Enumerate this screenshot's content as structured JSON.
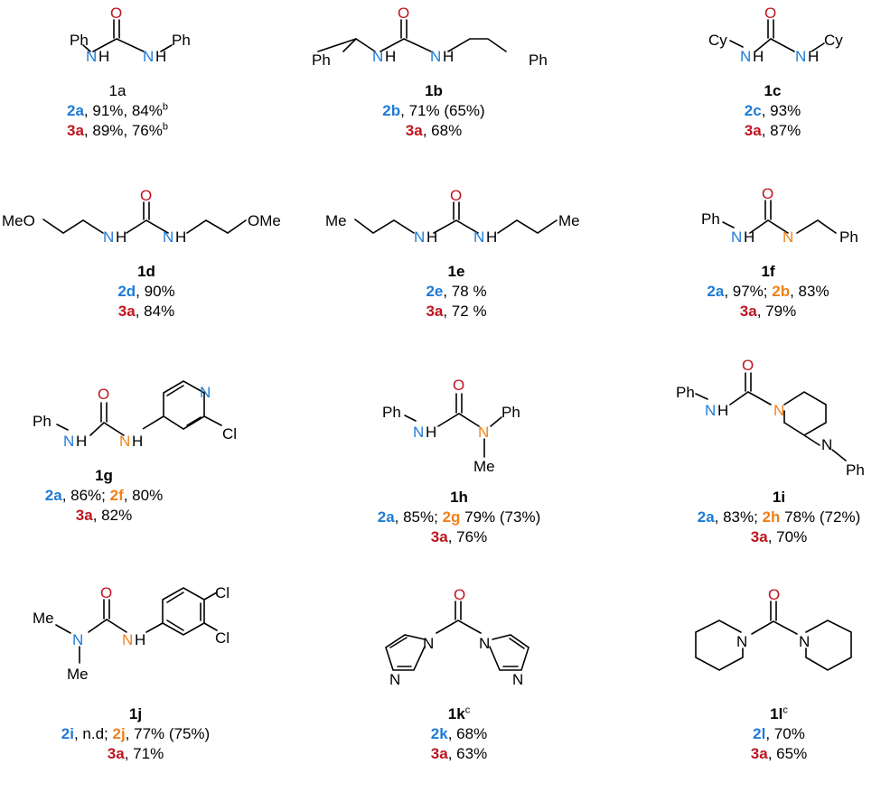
{
  "colors": {
    "nitrogen_blue": "#1e7bd6",
    "nitrogen_orange": "#f08019",
    "oxygen": "#c0141e",
    "text": "#000000"
  },
  "atoms": {
    "O": "O",
    "N": "N",
    "NH": "NH",
    "H": "H",
    "Ph": "Ph",
    "Cy": "Cy",
    "MeO": "MeO",
    "OMe": "OMe",
    "Me": "Me",
    "Cl": "Cl"
  },
  "compounds": [
    {
      "id": "1a",
      "lines": [
        [
          [
            "2a",
            "b"
          ],
          [
            ", 91%, 84%",
            ""
          ],
          [
            "b",
            "sup"
          ]
        ],
        [
          [
            "3a",
            "r"
          ],
          [
            ", 89%, 76%",
            ""
          ],
          [
            "b",
            "sup"
          ]
        ]
      ]
    },
    {
      "id": "1b",
      "lines": [
        [
          [
            "2b",
            "b"
          ],
          [
            ", 71% (65%)",
            ""
          ]
        ],
        [
          [
            "3a",
            "r"
          ],
          [
            ", 68%",
            ""
          ]
        ]
      ]
    },
    {
      "id": "1c",
      "lines": [
        [
          [
            "2c",
            "b"
          ],
          [
            ", 93%",
            ""
          ]
        ],
        [
          [
            "3a",
            "r"
          ],
          [
            ", 87%",
            ""
          ]
        ]
      ]
    },
    {
      "id": "1d",
      "lines": [
        [
          [
            "2d",
            "b"
          ],
          [
            ", 90%",
            ""
          ]
        ],
        [
          [
            "3a",
            "r"
          ],
          [
            ", 84%",
            ""
          ]
        ]
      ]
    },
    {
      "id": "1e",
      "lines": [
        [
          [
            "2e",
            "b"
          ],
          [
            ", 78 %",
            ""
          ]
        ],
        [
          [
            "3a",
            "r"
          ],
          [
            ", 72 %",
            ""
          ]
        ]
      ]
    },
    {
      "id": "1f",
      "lines": [
        [
          [
            "2a",
            "b"
          ],
          [
            ", 97%; ",
            ""
          ],
          [
            "2b",
            "o"
          ],
          [
            ", 83%",
            ""
          ]
        ],
        [
          [
            "3a",
            "r"
          ],
          [
            ", 79%",
            ""
          ]
        ]
      ]
    },
    {
      "id": "1g",
      "lines": [
        [
          [
            "2a",
            "b"
          ],
          [
            ", 86%; ",
            ""
          ],
          [
            "2f",
            "o"
          ],
          [
            ", 80%",
            ""
          ]
        ],
        [
          [
            "3a",
            "r"
          ],
          [
            ", 82%",
            ""
          ]
        ]
      ]
    },
    {
      "id": "1h",
      "lines": [
        [
          [
            "2a",
            "b"
          ],
          [
            ", 85%; ",
            ""
          ],
          [
            "2g",
            "o"
          ],
          [
            " 79% (73%)",
            ""
          ]
        ],
        [
          [
            "3a",
            "r"
          ],
          [
            ", 76%",
            ""
          ]
        ]
      ]
    },
    {
      "id": "1i",
      "lines": [
        [
          [
            "2a",
            "b"
          ],
          [
            ", 83%; ",
            ""
          ],
          [
            "2h",
            "o"
          ],
          [
            " 78% (72%)",
            ""
          ]
        ],
        [
          [
            "3a",
            "r"
          ],
          [
            ", 70%",
            ""
          ]
        ]
      ]
    },
    {
      "id": "1j",
      "lines": [
        [
          [
            "2i",
            "b"
          ],
          [
            ", n.d; ",
            ""
          ],
          [
            "2j",
            "o"
          ],
          [
            ", 77% (75%)",
            ""
          ]
        ],
        [
          [
            "3a",
            "r"
          ],
          [
            ", 71%",
            ""
          ]
        ]
      ]
    },
    {
      "id": "1k",
      "sup": "c",
      "lines": [
        [
          [
            "2k",
            "b"
          ],
          [
            ", 68%",
            ""
          ]
        ],
        [
          [
            "3a",
            "r"
          ],
          [
            ", 63%",
            ""
          ]
        ]
      ]
    },
    {
      "id": "1l",
      "sup": "c",
      "lines": [
        [
          [
            "2l",
            "b"
          ],
          [
            ", 70%",
            ""
          ]
        ],
        [
          [
            "3a",
            "r"
          ],
          [
            ", 65%",
            ""
          ]
        ]
      ]
    }
  ]
}
